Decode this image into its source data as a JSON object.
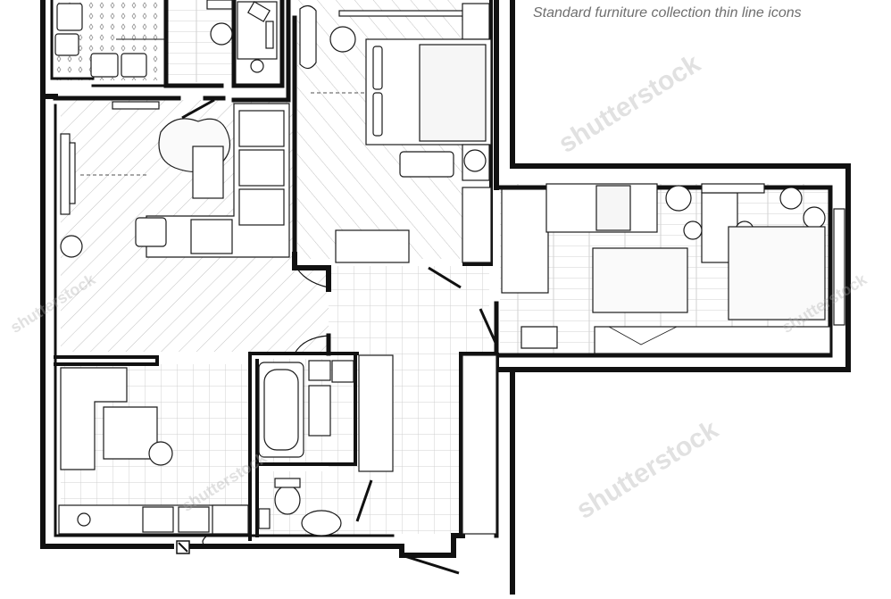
{
  "caption": "Standard furniture collection thin line icons",
  "watermark": "shutterstock",
  "colors": {
    "wall": "#111111",
    "line": "#1a1a1a",
    "hatch": "#bdbdbd",
    "tile": "#c9c9c9",
    "wood": "#c4c4c4",
    "caption": "#6f6f6f",
    "watermark": "#aaaaaa"
  },
  "rooms": [
    "kids-bedroom",
    "hallway-closet",
    "master-bedroom",
    "living-room",
    "hall",
    "study-bedroom",
    "kitchen",
    "bathroom",
    "toilet",
    "corridor"
  ],
  "furniture_icons": [
    "bed-icon",
    "double-bed-icon",
    "desk-icon",
    "chair-icon",
    "armchair-icon",
    "corner-sofa-icon",
    "coffee-table-icon",
    "rug-icon",
    "plant-icon",
    "wardrobe-icon",
    "bathtub-icon",
    "toilet-icon",
    "sink-icon",
    "stove-icon",
    "kitchen-sink-icon",
    "dining-table-icon",
    "tv-icon",
    "lamp-icon"
  ]
}
